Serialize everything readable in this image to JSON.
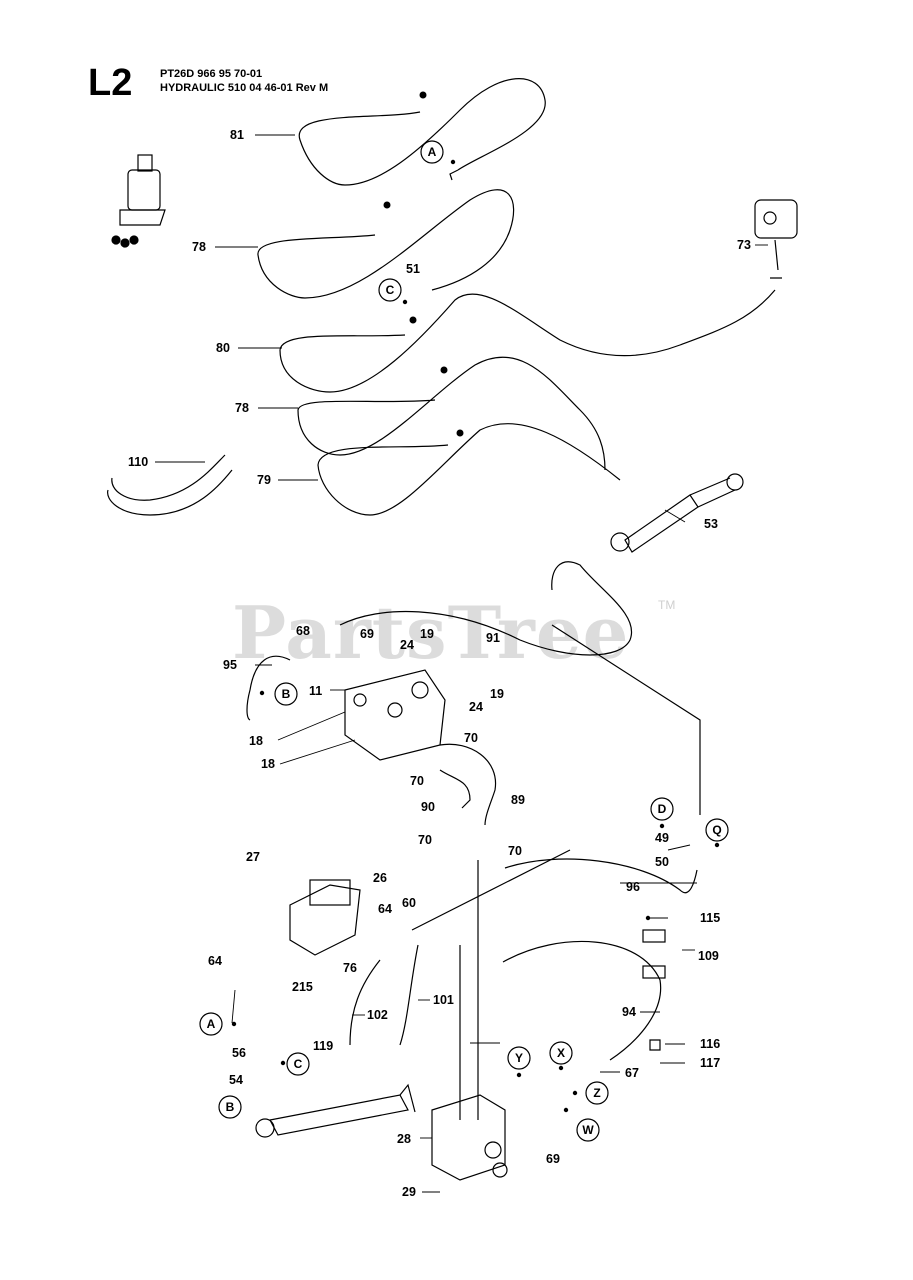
{
  "header": {
    "code": "L2",
    "line1": "PT26D 966 95 70-01",
    "line2": "HYDRAULIC 510 04 46-01 Rev M"
  },
  "watermark": {
    "text": "PartsTree",
    "tm": "TM"
  },
  "part_labels": [
    "81",
    "78",
    "51",
    "80",
    "78",
    "79",
    "110",
    "73",
    "53",
    "68",
    "69",
    "24",
    "19",
    "91",
    "95",
    "11",
    "24",
    "19",
    "18",
    "70",
    "18",
    "70",
    "89",
    "90",
    "70",
    "70",
    "49",
    "50",
    "96",
    "27",
    "26",
    "64",
    "60",
    "115",
    "76",
    "215",
    "109",
    "64",
    "101",
    "94",
    "102",
    "56",
    "119",
    "116",
    "117",
    "54",
    "67",
    "28",
    "69",
    "29"
  ],
  "callouts": [
    "A",
    "C",
    "B",
    "D",
    "Q",
    "A",
    "C",
    "B",
    "Y",
    "X",
    "Z",
    "W"
  ],
  "colors": {
    "line": "#000000",
    "watermark": "#dcdcdc"
  }
}
